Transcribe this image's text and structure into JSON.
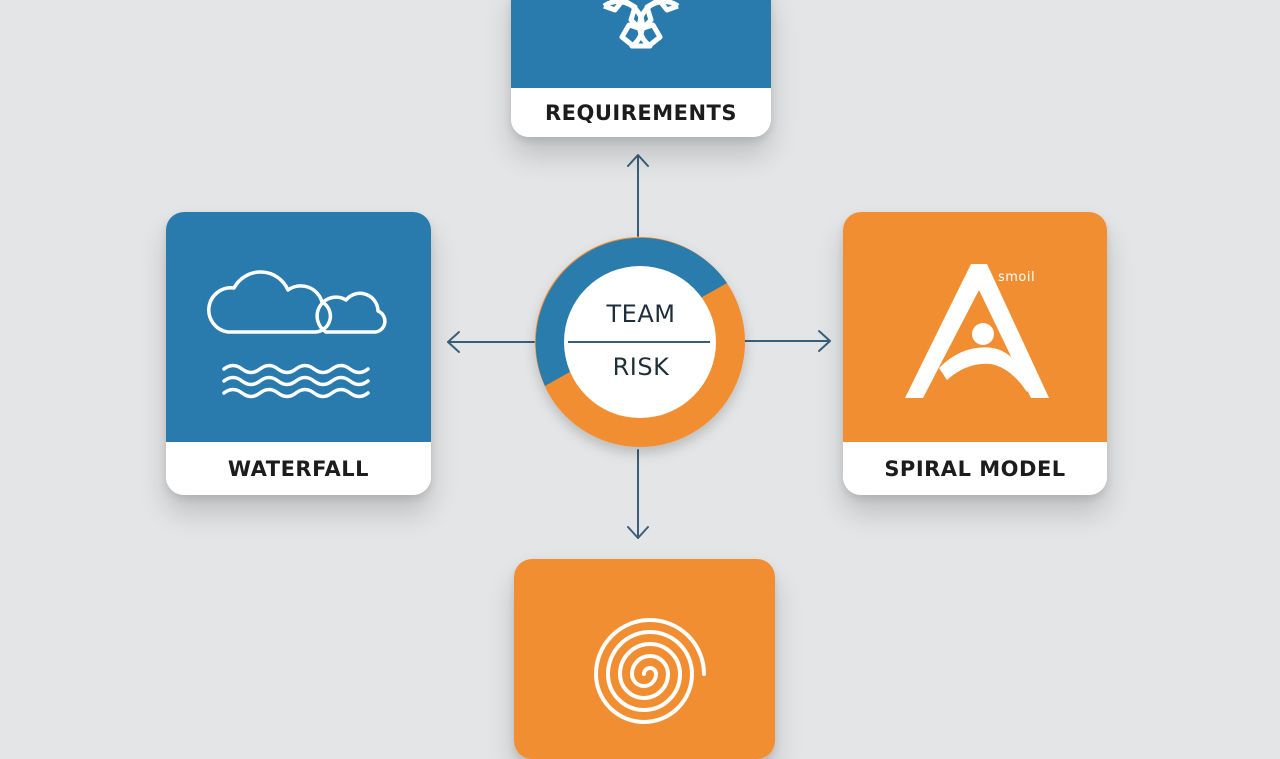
{
  "diagram": {
    "hub": {
      "top_label": "TEAM",
      "bottom_label": "RISK"
    },
    "nodes": {
      "requirements": {
        "label": "REQUIREMENTS",
        "icon": "gear-icon"
      },
      "waterfall": {
        "label": "WATERFALL",
        "icon": "cloud-waves-icon"
      },
      "spiral_model": {
        "label": "SPIRAL MODEL",
        "icon": "abstract-a-logo-icon",
        "logo_text": "smoil"
      },
      "bottom": {
        "icon": "spiral-icon"
      }
    },
    "colors": {
      "background": "#e4e5e6",
      "blue": "#2a7bad",
      "orange": "#f28e32",
      "connector": "#3a5f7a",
      "label_text": "#1c1c1c"
    }
  }
}
